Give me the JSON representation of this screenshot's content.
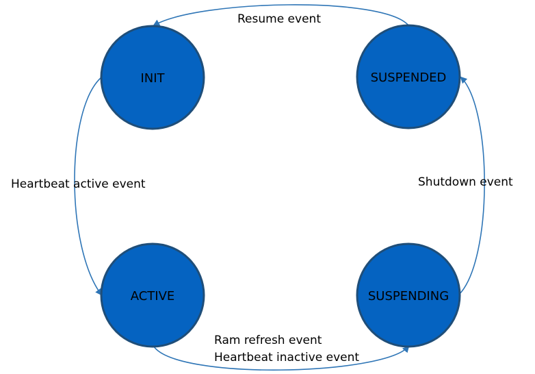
{
  "colors": {
    "state_fill": "#0563C1",
    "state_stroke": "#1F4E79",
    "edge": "#2E75B6"
  },
  "states": {
    "init": "INIT",
    "suspended": "SUSPENDED",
    "active": "ACTIVE",
    "suspending": "SUSPENDING"
  },
  "transitions": {
    "resume": "Resume event",
    "heartbeat_active": "Heartbeat active event",
    "shutdown": "Shutdown event",
    "ram_refresh": "Ram refresh event",
    "heartbeat_inactive": "Heartbeat inactive event"
  }
}
